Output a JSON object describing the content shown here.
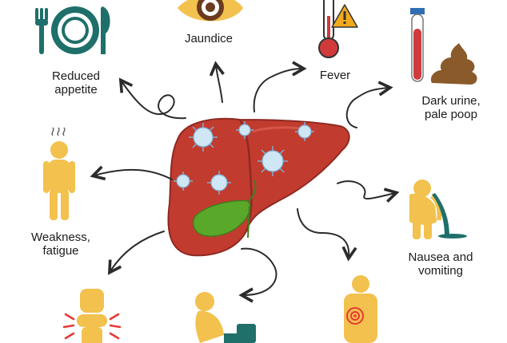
{
  "symptoms": {
    "reduced_appetite": {
      "line1": "Reduced",
      "line2": "appetite",
      "icon": "plate-fork-knife-icon"
    },
    "jaundice": {
      "label": "Jaundice",
      "icon": "eye-icon"
    },
    "fever": {
      "label": "Fever",
      "icon": "thermometer-warning-icon"
    },
    "dark_urine": {
      "line1": "Dark urine,",
      "line2": "pale poop",
      "icon": "urine-tube-and-poop-icon"
    },
    "weakness": {
      "line1": "Weakness,",
      "line2": "fatigue",
      "icon": "tired-person-icon"
    },
    "nausea": {
      "line1": "Nausea and",
      "line2": "vomiting",
      "icon": "vomiting-person-icon"
    },
    "joint_pain": {
      "icon": "joint-pain-icon"
    },
    "toilet": {
      "icon": "person-on-toilet-icon"
    },
    "abdominal_pain": {
      "icon": "abdominal-pain-icon"
    }
  },
  "colors": {
    "teal": "#1f6f6a",
    "liver": "#c23b2f",
    "gallbladder": "#5aa82a",
    "virus": "#cfe6f4",
    "person": "#f2c14e",
    "arrow": "#2b2b2b",
    "eye_iris": "#6b3b1f",
    "urine": "#d13a3a",
    "poop": "#8a5a2b",
    "pain_red": "#e53935"
  }
}
